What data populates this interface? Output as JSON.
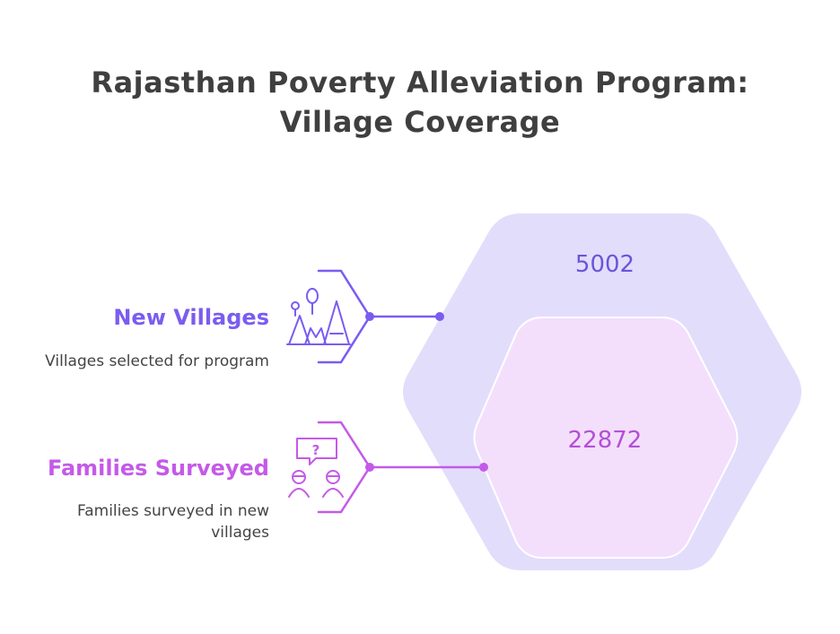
{
  "title": {
    "line1": "Rajasthan Poverty Alleviation Program:",
    "line2": "Village Coverage"
  },
  "items": [
    {
      "name": "New Villages",
      "description": "Villages selected for program",
      "value": "5002",
      "icon": "village-icon",
      "color": "#7b5cf0"
    },
    {
      "name": "Families Surveyed",
      "description": "Families surveyed in new villages",
      "value": "22872",
      "icon": "family-question-icon",
      "color": "#c45ae8"
    }
  ],
  "colors": {
    "outer_hexagon": "#e3ddfc",
    "inner_hexagon": "#f3dffb",
    "title": "#3f3f3f"
  }
}
